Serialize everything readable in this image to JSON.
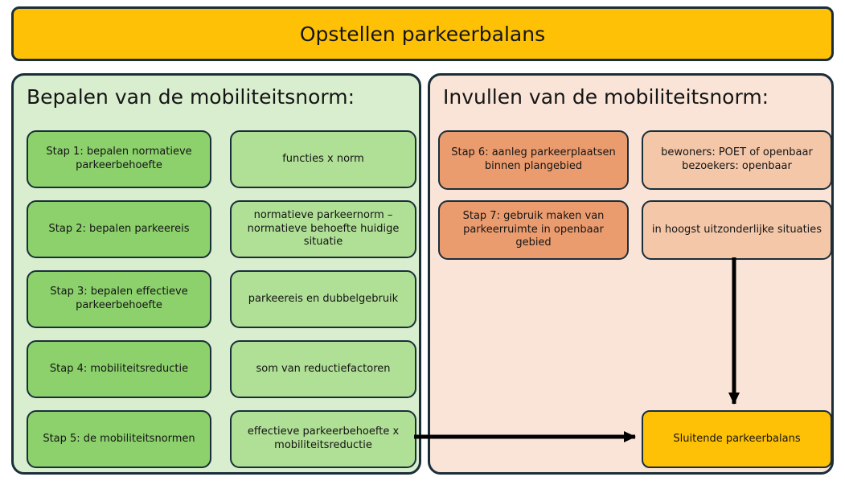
{
  "banner": {
    "title": "Opstellen parkeerbalans"
  },
  "left_panel": {
    "title": "Bepalen van de mobiliteitsnorm:",
    "rows": [
      {
        "step": "Stap 1: bepalen normatieve parkeerbehoefte",
        "detail": "functies x norm"
      },
      {
        "step": "Stap 2: bepalen parkeereis",
        "detail": "normatieve parkeernorm – normatieve behoefte huidige situatie"
      },
      {
        "step": "Stap 3: bepalen effectieve parkeerbehoefte",
        "detail": "parkeereis en dubbelgebruik"
      },
      {
        "step": "Stap 4: mobiliteitsreductie",
        "detail": "som van reductiefactoren"
      },
      {
        "step": "Stap 5: de mobiliteitsnormen",
        "detail": "effectieve parkeerbehoefte x mobiliteitsreductie"
      }
    ]
  },
  "right_panel": {
    "title": "Invullen van de mobiliteitsnorm:",
    "rows": [
      {
        "step": "Stap 6: aanleg parkeerplaatsen binnen plangebied",
        "detail": "bewoners: POET of openbaar\nbezoekers: openbaar"
      },
      {
        "step": "Stap 7: gebruik maken van parkeerruimte in openbaar gebied",
        "detail": "in hoogst uitzonderlijke situaties"
      }
    ],
    "result": "Sluitende parkeerbalans"
  },
  "arrows": [
    {
      "from": "effectieve parkeerbehoefte x mobiliteitsreductie",
      "to": "Sluitende parkeerbalans",
      "direction": "right"
    },
    {
      "from": "in hoogst uitzonderlijke situaties",
      "to": "Sluitende parkeerbalans",
      "direction": "down"
    }
  ],
  "colors": {
    "banner_fill": "#fec106",
    "result_fill": "#fec106",
    "left_panel_bg": "#d9eecf",
    "step_box_green": "#8cd16c",
    "detail_box_green": "#b0df96",
    "right_panel_bg": "#f9e4d7",
    "step_box_salmon": "#eb9c6f",
    "detail_box_peach": "#f4c7a9",
    "border": "#1a2e3a",
    "arrow": "#000000"
  }
}
